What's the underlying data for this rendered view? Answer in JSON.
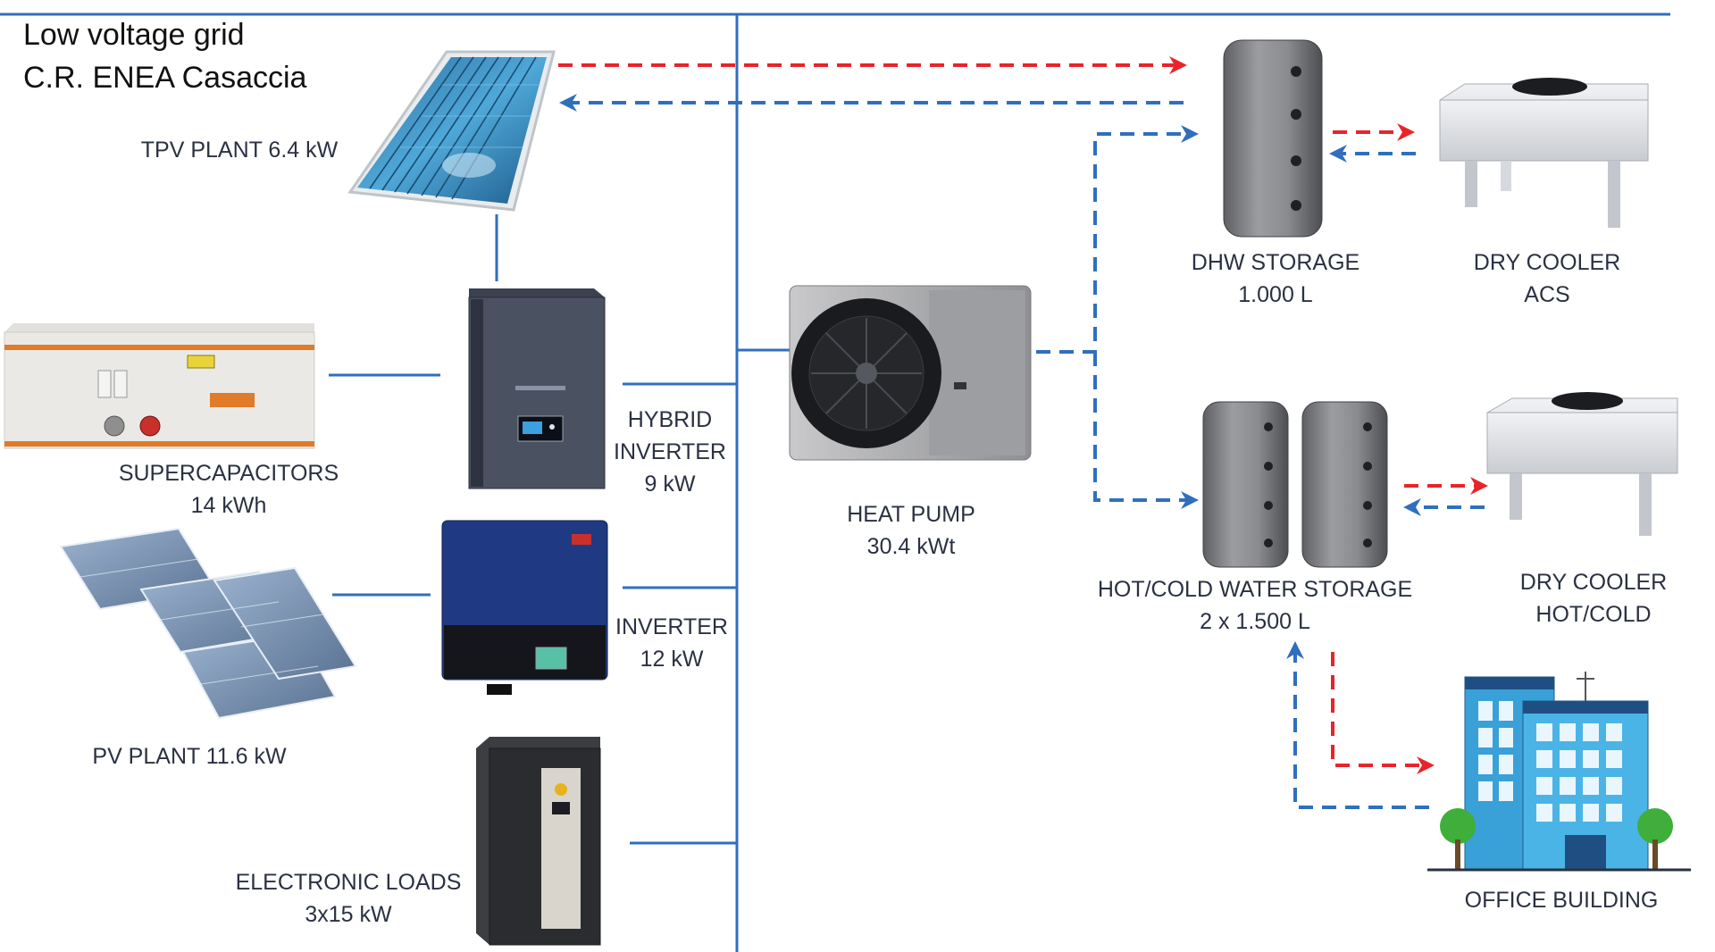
{
  "title": {
    "line1": "Low voltage grid",
    "line2": "C.R. ENEA Casaccia"
  },
  "components": {
    "tpv_plant": {
      "label": "TPV PLANT 6.4 kW"
    },
    "supercapacitors": {
      "line1": "SUPERCAPACITORS",
      "line2": "14 kWh"
    },
    "hybrid_inverter": {
      "line1": "HYBRID",
      "line2": "INVERTER",
      "line3": "9 kW"
    },
    "pv_plant": {
      "label": "PV PLANT 11.6 kW"
    },
    "inverter": {
      "line1": "INVERTER",
      "line2": "12 kW"
    },
    "electronic_loads": {
      "line1": "ELECTRONIC LOADS",
      "line2": "3x15 kW"
    },
    "heat_pump": {
      "line1": "HEAT PUMP",
      "line2": "30.4 kWt"
    },
    "dhw_storage": {
      "line1": "DHW STORAGE",
      "line2": "1.000 L"
    },
    "dry_cooler_acs": {
      "line1": "DRY COOLER",
      "line2": "ACS"
    },
    "hot_cold_storage": {
      "line1": "HOT/COLD WATER STORAGE",
      "line2": "2 x 1.500 L"
    },
    "dry_cooler_hot_cold": {
      "line1": "DRY COOLER",
      "line2": "HOT/COLD"
    },
    "office_building": {
      "label": "OFFICE BUILDING"
    }
  },
  "colors": {
    "bus_line": "#2f6fbe",
    "hot_flow": "#e8242a",
    "cold_flow": "#2f6fbe"
  }
}
